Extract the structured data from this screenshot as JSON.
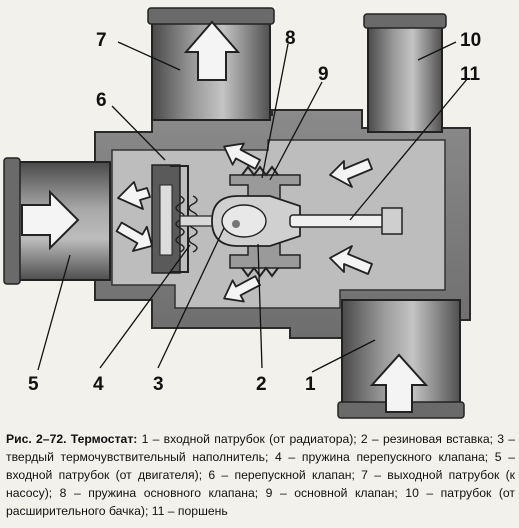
{
  "figure": {
    "callouts": [
      "1",
      "2",
      "3",
      "4",
      "5",
      "6",
      "7",
      "8",
      "9",
      "10",
      "11"
    ]
  },
  "caption": {
    "figure_number": "Рис. 2–72.",
    "title": "Термостат:",
    "text": "1 – входной патрубок (от радиатора); 2 – резиновая вставка; 3 – твердый термочувствительный наполнитель; 4 – пружина перепускного клапана; 5 – входной патрубок (от двигателя); 6 – перепускной клапан; 7 – выходной патрубок (к насосу); 8 – пружина основного клапана; 9 – основной клапан; 10 – патрубок (от расширительного бачка); 11 – поршень"
  }
}
